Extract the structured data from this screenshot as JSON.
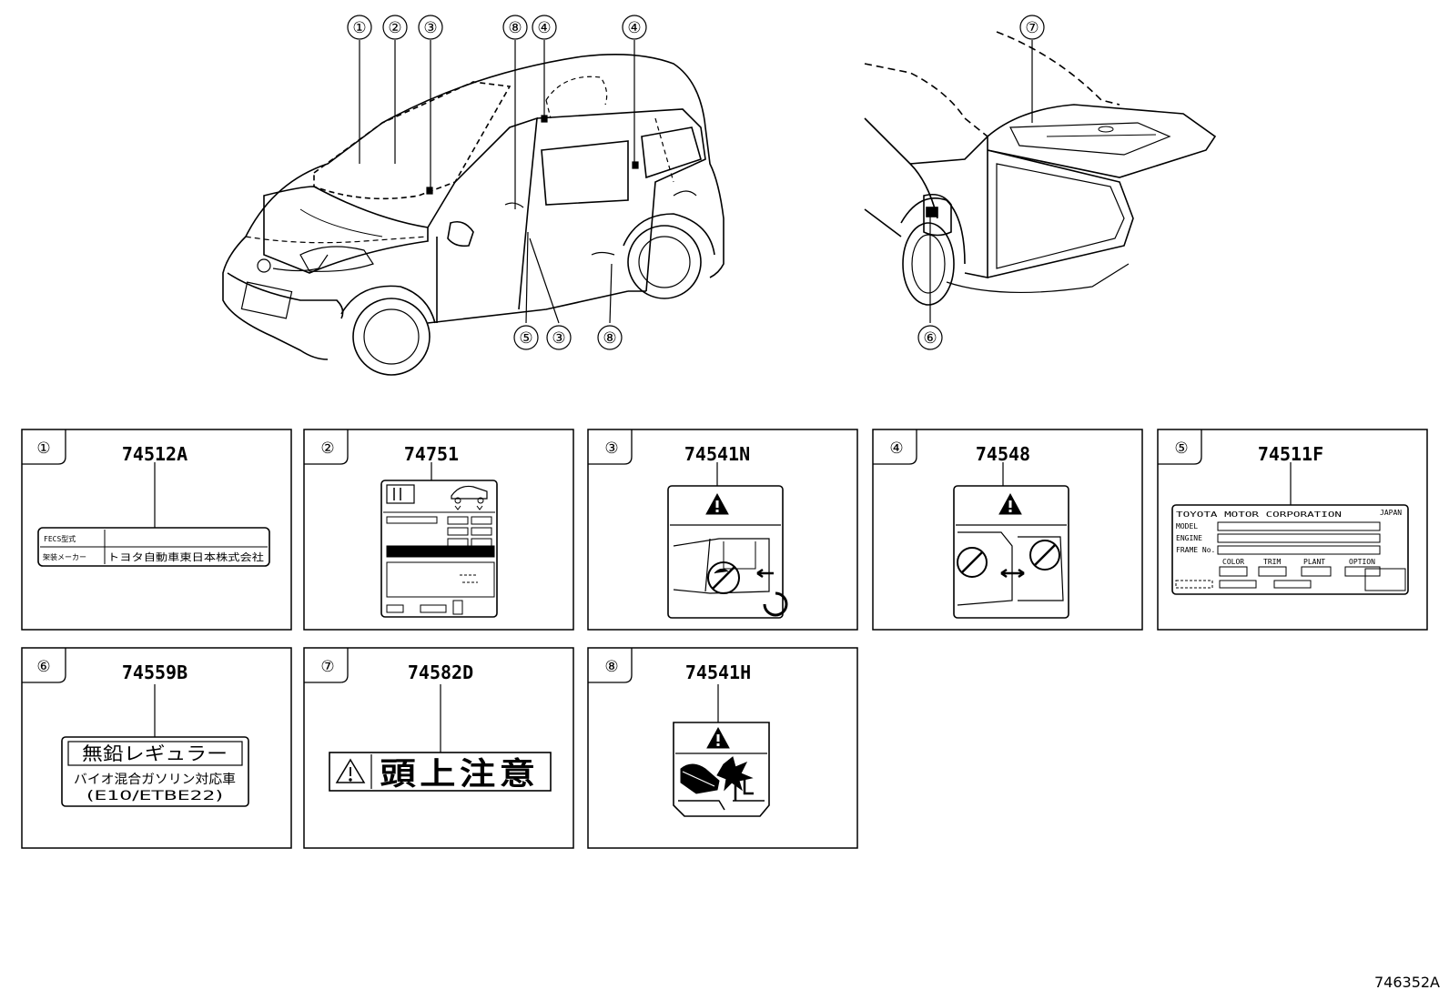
{
  "diagram_id": "746352A",
  "callouts": {
    "c1": "①",
    "c2": "②",
    "c3a": "③",
    "c8a": "⑧",
    "c4a": "④",
    "c4b": "④",
    "c5": "⑤",
    "c3b": "③",
    "c8b": "⑧",
    "c7": "⑦",
    "c6": "⑥"
  },
  "panels": [
    {
      "num": "①",
      "code": "74512A"
    },
    {
      "num": "②",
      "code": "74751"
    },
    {
      "num": "③",
      "code": "74541N"
    },
    {
      "num": "④",
      "code": "74548"
    },
    {
      "num": "⑤",
      "code": "74511F"
    },
    {
      "num": "⑥",
      "code": "74559B"
    },
    {
      "num": "⑦",
      "code": "74582D"
    },
    {
      "num": "⑧",
      "code": "74541H"
    }
  ],
  "label1": {
    "row1": "FECS型式",
    "row2_key": "架装メーカー",
    "row2_val": "トヨタ自動車東日本株式会社"
  },
  "label5": {
    "header": "TOYOTA MOTOR CORPORATION",
    "country": "JAPAN",
    "model": "MODEL",
    "engine": "ENGINE",
    "frame": "FRAME No.",
    "color": "COLOR",
    "trim": "TRIM",
    "plant": "PLANT",
    "option": "OPTION"
  },
  "label6": {
    "line1": "無鉛レギュラー",
    "line2": "バイオ混合ガソリン対応車",
    "line3": "(E10/ETBE22)"
  },
  "label7": {
    "text": "頭上注意"
  }
}
